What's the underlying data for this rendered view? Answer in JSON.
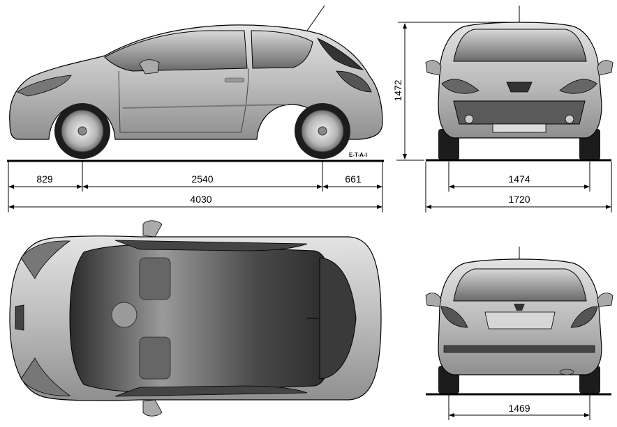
{
  "credit": "E-T-A-I",
  "side_view": {
    "front_overhang": "829",
    "wheelbase": "2540",
    "rear_overhang": "661",
    "overall_length": "4030"
  },
  "front_view": {
    "height": "1472",
    "front_track": "1474",
    "overall_width": "1720"
  },
  "rear_view": {
    "rear_track": "1469"
  },
  "colors": {
    "body": "#c9c9c9",
    "glass": "#3c3c3c",
    "tyre": "#1c1c1c",
    "line": "#000000"
  }
}
